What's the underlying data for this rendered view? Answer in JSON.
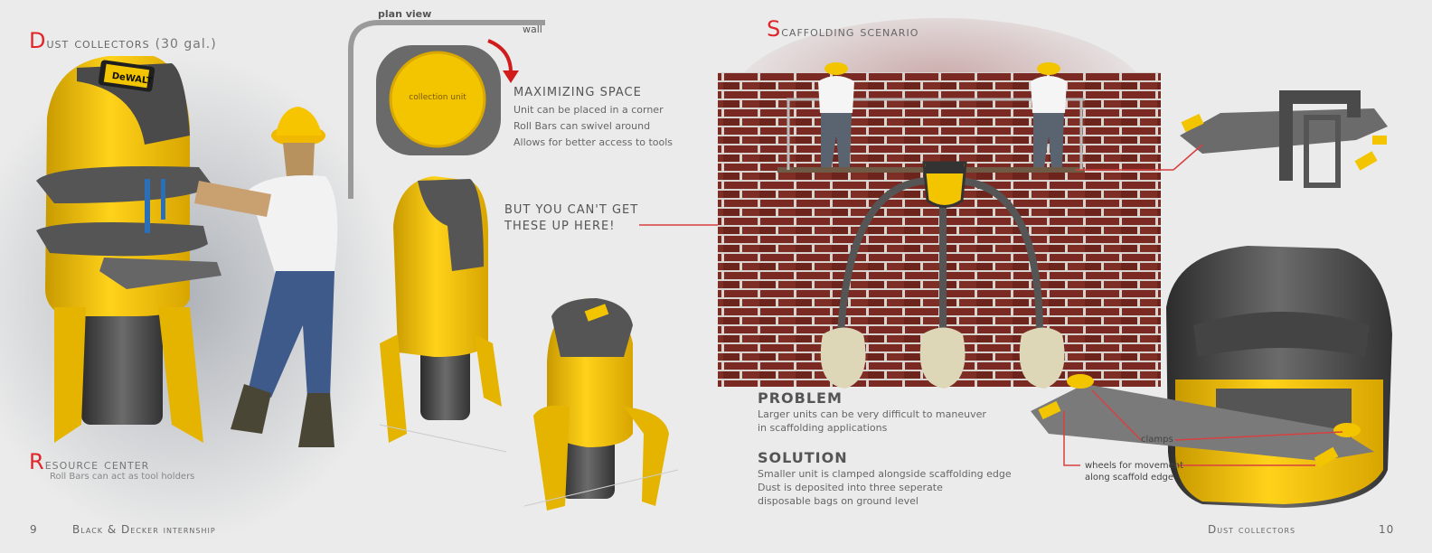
{
  "left_page": {
    "title_initial": "D",
    "title_rest": "ust collectors",
    "title_note": "(30 gal.)",
    "plan_view": "plan view",
    "wall": "wall",
    "collection_unit": "collection unit",
    "maximizing_title": "maximizing space",
    "maximizing_points": [
      "Unit can be placed in a corner",
      "Roll Bars can swivel around",
      "Allows for better access to tools"
    ],
    "callout": [
      "But you can't get",
      "these up here!"
    ],
    "resource_initial": "R",
    "resource_rest": "esource center",
    "resource_note": "Roll Bars can act as tool holders",
    "page_number": "9",
    "footer_text": "Black & Decker internship",
    "brand": "DeWALT"
  },
  "right_page": {
    "title_initial": "S",
    "title_rest": "caffolding scenario",
    "problem_title": "PROBLEM",
    "problem_lines": [
      "Larger units can be very difficult to maneuver",
      "in scaffolding applications"
    ],
    "solution_title": "SOLUTION",
    "solution_lines": [
      "Smaller unit is clamped alongside scaffolding edge",
      "Dust is deposited into three seperate",
      "disposable bags on ground level"
    ],
    "clamps_label": "clamps",
    "wheels_label": [
      "wheels for movement",
      "along scaffold edge"
    ],
    "footer_text": "Dust collectors",
    "page_number": "10"
  },
  "colors": {
    "accent_red": "#e0262b",
    "dewalt_yellow": "#f2c500",
    "body_gray": "#5b5b5b",
    "brick": "#7a2a22",
    "background": "#ebebeb"
  }
}
